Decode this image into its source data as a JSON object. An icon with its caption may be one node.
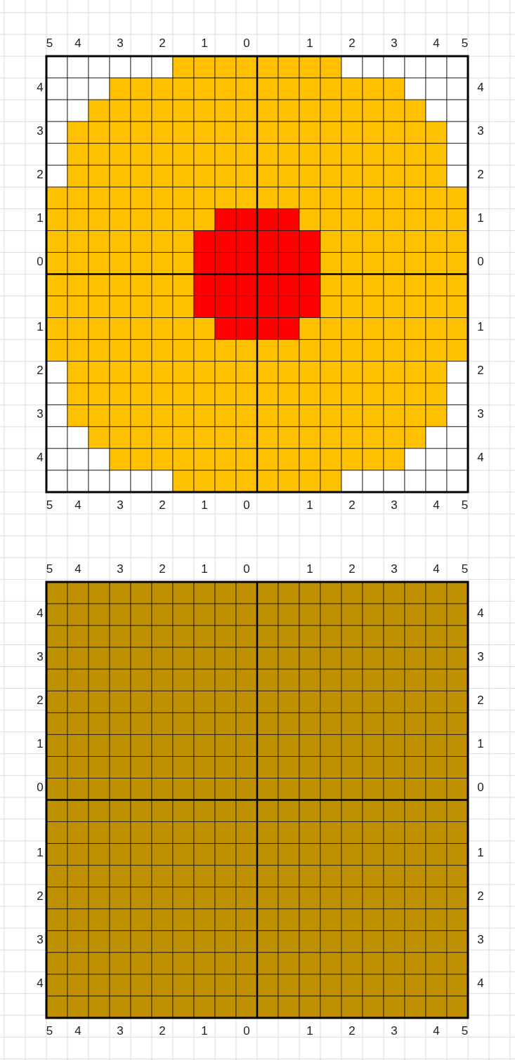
{
  "diagram": {
    "labels": [
      "5",
      "4",
      "3",
      "2",
      "1",
      "0",
      "1",
      "2",
      "3",
      "4",
      "5",
      "4",
      "4",
      "3",
      "3",
      "2",
      "2",
      "1",
      "1",
      "0",
      "0",
      "1",
      "1",
      "2",
      "2",
      "3",
      "3",
      "4",
      "4",
      "5",
      "4",
      "3",
      "2",
      "1",
      "0",
      "1",
      "2",
      "3",
      "4",
      "5",
      "5",
      "4",
      "3",
      "2",
      "1",
      "0",
      "1",
      "2",
      "3",
      "4",
      "5",
      "4",
      "4",
      "3",
      "3",
      "2",
      "2",
      "1",
      "1",
      "0",
      "0",
      "1",
      "1",
      "2",
      "2",
      "3",
      "3",
      "4",
      "4",
      "5",
      "4",
      "3",
      "2",
      "1",
      "0",
      "1",
      "2",
      "3",
      "4",
      "5"
    ]
  }
}
